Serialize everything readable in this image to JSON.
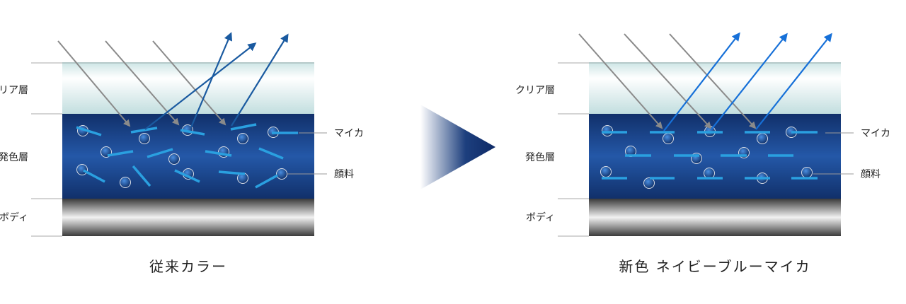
{
  "left_panel": {
    "layers": {
      "clear": "クリア層",
      "color": "発色層",
      "body": "ボディ"
    },
    "callouts": {
      "mica": "マイカ",
      "pigment": "顔料"
    },
    "caption": "従来カラー"
  },
  "right_panel": {
    "layers": {
      "clear": "クリア層",
      "color": "発色層",
      "body": "ボディ"
    },
    "callouts": {
      "mica": "マイカ",
      "pigment": "顔料"
    },
    "caption": "新色 ネイビーブルーマイカ"
  },
  "colors": {
    "incident_light": "#8a8a8a",
    "reflect_old": "#1a5aa0",
    "reflect_new": "#1670d8",
    "mica": "#2aa0e0",
    "color_layer": "#1e4f9a"
  }
}
